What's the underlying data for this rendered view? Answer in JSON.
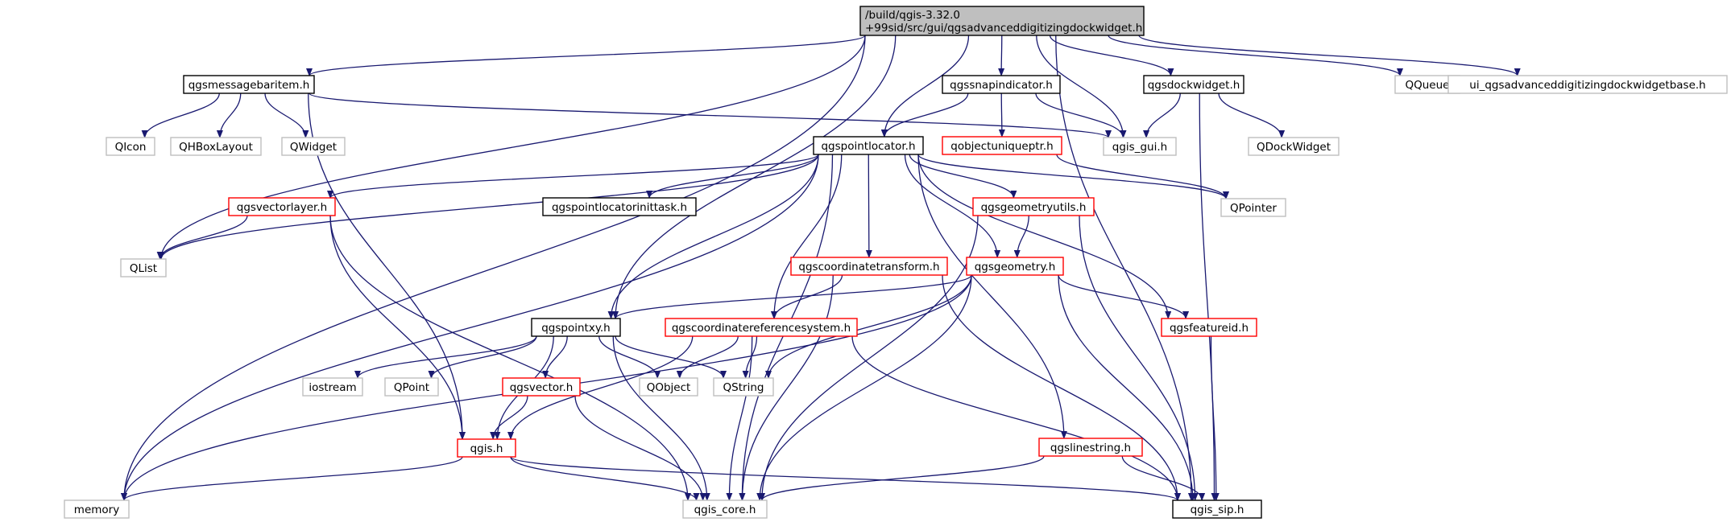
{
  "colors": {
    "edge": "#191970",
    "arrow": "#191970",
    "root_fill": "#bfbfbf",
    "root_border": "#000000",
    "documented_border": "#000000",
    "incomplete_border": "#ff0000",
    "external_border": "#bfbfbf",
    "node_fill": "#ffffff",
    "external_text": "#000000"
  },
  "nodes": {
    "root": {
      "lines": [
        "/build/qgis-3.32.0",
        "+99sid/src/gui/qgsadvanceddigitizingdockwidget.h"
      ],
      "style": "root"
    },
    "qgsmessagebaritem": {
      "lines": [
        "qgsmessagebaritem.h"
      ],
      "style": "documented"
    },
    "qgssnapindicator": {
      "lines": [
        "qgssnapindicator.h"
      ],
      "style": "documented"
    },
    "qgsdockwidget": {
      "lines": [
        "qgsdockwidget.h"
      ],
      "style": "documented"
    },
    "qqueue": {
      "lines": [
        "QQueue"
      ],
      "style": "external"
    },
    "ui_widgetbase": {
      "lines": [
        "ui_qgsadvanceddigitizingdockwidgetbase.h"
      ],
      "style": "external"
    },
    "qicon": {
      "lines": [
        "QIcon"
      ],
      "style": "external"
    },
    "qhboxlayout": {
      "lines": [
        "QHBoxLayout"
      ],
      "style": "external"
    },
    "qwidget": {
      "lines": [
        "QWidget"
      ],
      "style": "external"
    },
    "qgspointlocator": {
      "lines": [
        "qgspointlocator.h"
      ],
      "style": "documented"
    },
    "qobjectuniqueptr": {
      "lines": [
        "qobjectuniqueptr.h"
      ],
      "style": "incomplete"
    },
    "qgis_gui": {
      "lines": [
        "qgis_gui.h"
      ],
      "style": "external"
    },
    "qdockwidget": {
      "lines": [
        "QDockWidget"
      ],
      "style": "external"
    },
    "qgsvectorlayer": {
      "lines": [
        "qgsvectorlayer.h"
      ],
      "style": "incomplete"
    },
    "qgspointlocatorinittask": {
      "lines": [
        "qgspointlocatorinittask.h"
      ],
      "style": "documented"
    },
    "qgsgeometryutils": {
      "lines": [
        "qgsgeometryutils.h"
      ],
      "style": "incomplete"
    },
    "qpointer": {
      "lines": [
        "QPointer"
      ],
      "style": "external"
    },
    "qlist": {
      "lines": [
        "QList"
      ],
      "style": "external"
    },
    "qgscoordinatetransform": {
      "lines": [
        "qgscoordinatetransform.h"
      ],
      "style": "incomplete"
    },
    "qgsgeometry": {
      "lines": [
        "qgsgeometry.h"
      ],
      "style": "incomplete"
    },
    "qgspointxy": {
      "lines": [
        "qgspointxy.h"
      ],
      "style": "documented"
    },
    "qgscrs": {
      "lines": [
        "qgscoordinatereferencesystem.h"
      ],
      "style": "incomplete"
    },
    "qgsfeatureid": {
      "lines": [
        "qgsfeatureid.h"
      ],
      "style": "incomplete"
    },
    "iostream": {
      "lines": [
        "iostream"
      ],
      "style": "external"
    },
    "qpoint": {
      "lines": [
        "QPoint"
      ],
      "style": "external"
    },
    "qgsvector": {
      "lines": [
        "qgsvector.h"
      ],
      "style": "incomplete"
    },
    "qobject": {
      "lines": [
        "QObject"
      ],
      "style": "external"
    },
    "qstring": {
      "lines": [
        "QString"
      ],
      "style": "external"
    },
    "qgis_h": {
      "lines": [
        "qgis.h"
      ],
      "style": "incomplete"
    },
    "qgslinestring": {
      "lines": [
        "qgslinestring.h"
      ],
      "style": "incomplete"
    },
    "memory": {
      "lines": [
        "memory"
      ],
      "style": "external"
    },
    "qgis_core": {
      "lines": [
        "qgis_core.h"
      ],
      "style": "external"
    },
    "qgis_sip": {
      "lines": [
        "qgis_sip.h"
      ],
      "style": "documented"
    }
  },
  "edges": [
    [
      "root",
      "qgsmessagebaritem"
    ],
    [
      "root",
      "qgssnapindicator"
    ],
    [
      "root",
      "qgsdockwidget"
    ],
    [
      "root",
      "qqueue"
    ],
    [
      "root",
      "ui_widgetbase"
    ],
    [
      "root",
      "qgspointlocator"
    ],
    [
      "root",
      "qgis_gui"
    ],
    [
      "root",
      "qgis_sip"
    ],
    [
      "root",
      "qlist"
    ],
    [
      "root",
      "qgspointxy"
    ],
    [
      "root",
      "memory"
    ],
    [
      "qgsmessagebaritem",
      "qicon"
    ],
    [
      "qgsmessagebaritem",
      "qhboxlayout"
    ],
    [
      "qgsmessagebaritem",
      "qwidget"
    ],
    [
      "qgsmessagebaritem",
      "qgis_gui"
    ],
    [
      "qgsmessagebaritem",
      "qgis_h"
    ],
    [
      "qgssnapindicator",
      "qgspointlocator"
    ],
    [
      "qgssnapindicator",
      "qobjectuniqueptr"
    ],
    [
      "qgssnapindicator",
      "qgis_gui"
    ],
    [
      "qgsdockwidget",
      "qgis_gui"
    ],
    [
      "qgsdockwidget",
      "qdockwidget"
    ],
    [
      "qgsdockwidget",
      "qgis_sip"
    ],
    [
      "qobjectuniqueptr",
      "qpointer"
    ],
    [
      "qgspointlocator",
      "qgsvectorlayer"
    ],
    [
      "qgspointlocator",
      "qgspointlocatorinittask"
    ],
    [
      "qgspointlocator",
      "qgsgeometryutils"
    ],
    [
      "qgspointlocator",
      "qpointer"
    ],
    [
      "qgspointlocator",
      "qlist"
    ],
    [
      "qgspointlocator",
      "memory"
    ],
    [
      "qgspointlocator",
      "qgscoordinatetransform"
    ],
    [
      "qgspointlocator",
      "qgsgeometry"
    ],
    [
      "qgspointlocator",
      "qgspointxy"
    ],
    [
      "qgspointlocator",
      "qgscrs"
    ],
    [
      "qgspointlocator",
      "qgsfeatureid"
    ],
    [
      "qgspointlocator",
      "qgslinestring"
    ],
    [
      "qgspointlocator",
      "qgis_core"
    ],
    [
      "qgsvectorlayer",
      "qlist"
    ],
    [
      "qgsvectorlayer",
      "qgis_h"
    ],
    [
      "qgsvectorlayer",
      "qgis_core"
    ],
    [
      "qgsgeometryutils",
      "qgsgeometry"
    ],
    [
      "qgsgeometryutils",
      "qgis_core"
    ],
    [
      "qgsgeometryutils",
      "qgis_sip"
    ],
    [
      "qgscoordinatetransform",
      "qgscrs"
    ],
    [
      "qgscoordinatetransform",
      "qgis_core"
    ],
    [
      "qgscoordinatetransform",
      "qgis_sip"
    ],
    [
      "qgsgeometry",
      "qgspointxy"
    ],
    [
      "qgsgeometry",
      "qgsfeatureid"
    ],
    [
      "qgsgeometry",
      "memory"
    ],
    [
      "qgsgeometry",
      "qstring"
    ],
    [
      "qgsgeometry",
      "qgis_core"
    ],
    [
      "qgsgeometry",
      "qgis_sip"
    ],
    [
      "qgspointxy",
      "iostream"
    ],
    [
      "qgspointxy",
      "qpoint"
    ],
    [
      "qgspointxy",
      "qgsvector"
    ],
    [
      "qgspointxy",
      "qobject"
    ],
    [
      "qgspointxy",
      "qstring"
    ],
    [
      "qgspointxy",
      "qgis_h"
    ],
    [
      "qgspointxy",
      "qgis_core"
    ],
    [
      "qgscrs",
      "qobject"
    ],
    [
      "qgscrs",
      "qstring"
    ],
    [
      "qgscrs",
      "qgis_h"
    ],
    [
      "qgscrs",
      "qgis_core"
    ],
    [
      "qgscrs",
      "qgis_sip"
    ],
    [
      "qgsfeatureid",
      "qgis_sip"
    ],
    [
      "qgsvector",
      "qgis_h"
    ],
    [
      "qgsvector",
      "qgis_core"
    ],
    [
      "qgis_h",
      "memory"
    ],
    [
      "qgis_h",
      "qgis_core"
    ],
    [
      "qgis_h",
      "qgis_sip"
    ],
    [
      "qgslinestring",
      "qgis_core"
    ],
    [
      "qgslinestring",
      "qgis_sip"
    ]
  ]
}
